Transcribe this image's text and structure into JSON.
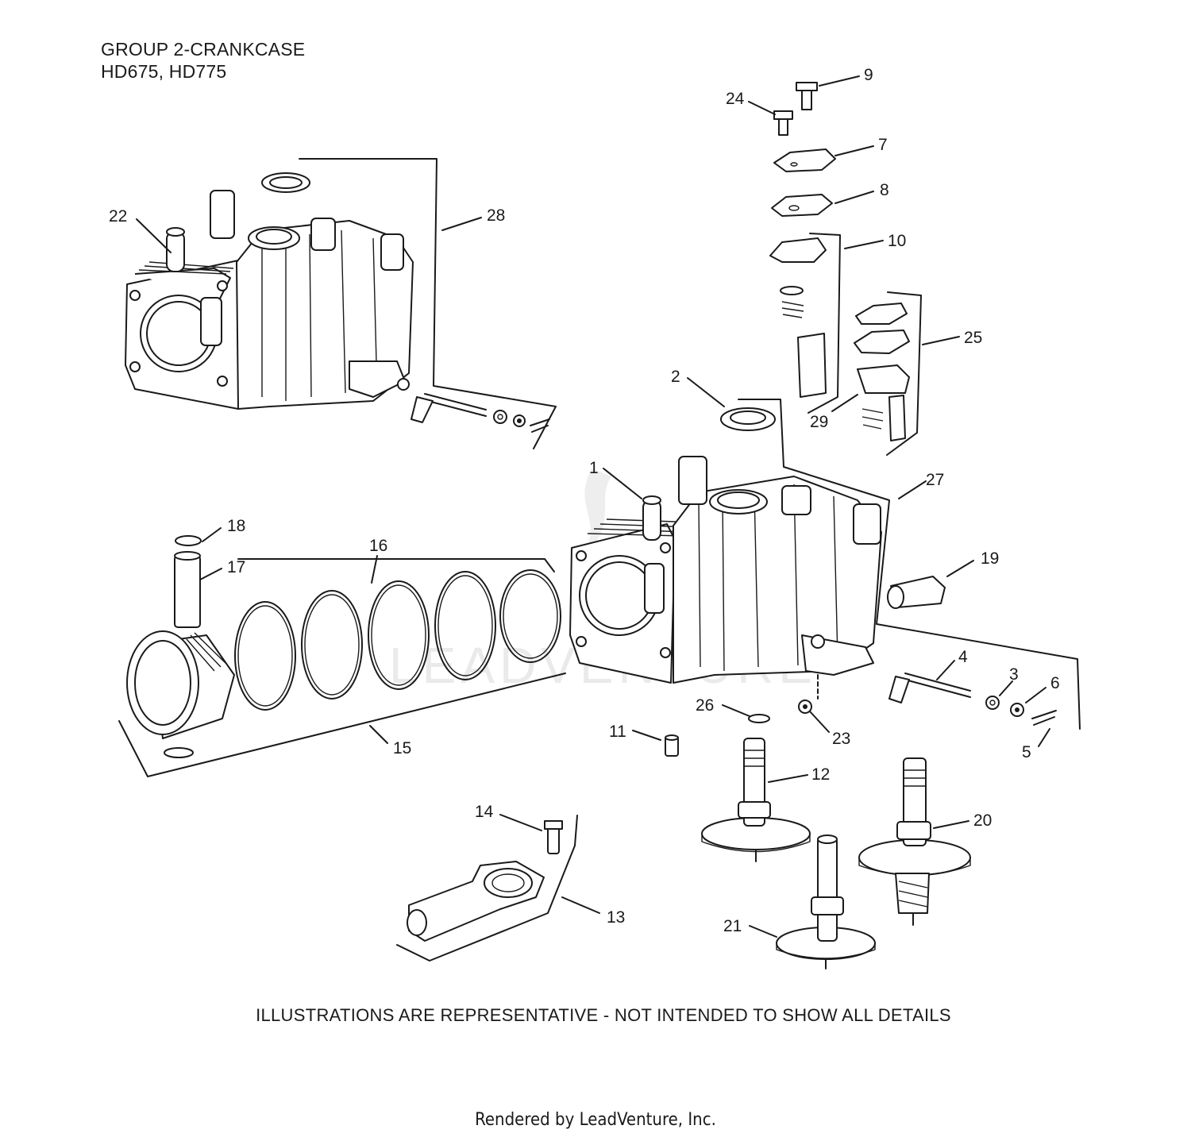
{
  "header": {
    "line1": "GROUP 2-CRANKCASE",
    "line2": "HD675, HD775"
  },
  "footer": {
    "note": "ILLUSTRATIONS ARE REPRESENTATIVE - NOT INTENDED TO SHOW ALL DETAILS",
    "credit": "Rendered by LeadVenture, Inc."
  },
  "watermark": "LEADVENTURE",
  "callouts": [
    "1",
    "2",
    "3",
    "4",
    "5",
    "6",
    "7",
    "8",
    "9",
    "10",
    "11",
    "12",
    "13",
    "14",
    "15",
    "16",
    "17",
    "18",
    "19",
    "20",
    "21",
    "22",
    "23",
    "24",
    "25",
    "26",
    "27",
    "28",
    "29"
  ]
}
